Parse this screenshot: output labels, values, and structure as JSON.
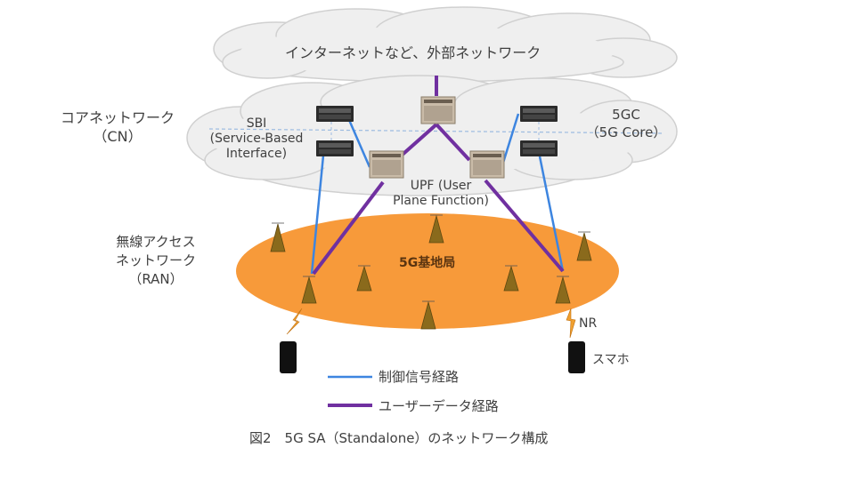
{
  "internet_cloud": {
    "label": "インターネットなど、外部ネットワーク"
  },
  "core_network": {
    "label_line1": "コアネットワーク",
    "label_line2": "（CN）"
  },
  "sbi": {
    "line1": "SBI",
    "line2": "(Service-Based",
    "line3": "Interface)"
  },
  "fivegc": {
    "line1": "5GC",
    "line2": "（5G Core）"
  },
  "upf": {
    "line1": "UPF (User",
    "line2": "Plane Function)"
  },
  "ran": {
    "line1": "無線アクセス",
    "line2": "ネットワーク",
    "line3": "（RAN）"
  },
  "base_station": {
    "label": "5G基地局"
  },
  "nr": {
    "label": "NR"
  },
  "smartphone": {
    "label": "スマホ"
  },
  "legend": {
    "items": [
      {
        "label": "制御信号経路",
        "color": "#3d85e0"
      },
      {
        "label": "ユーザーデータ経路",
        "color": "#7030a0"
      }
    ]
  },
  "caption": "図2　5G SA（Standalone）のネットワーク構成",
  "colors": {
    "ran_fill": "#f79a3a",
    "cloud_fill": "#efefef",
    "control": "#3d85e0",
    "user_data": "#7030a0",
    "tower": "#8a6a1c"
  }
}
